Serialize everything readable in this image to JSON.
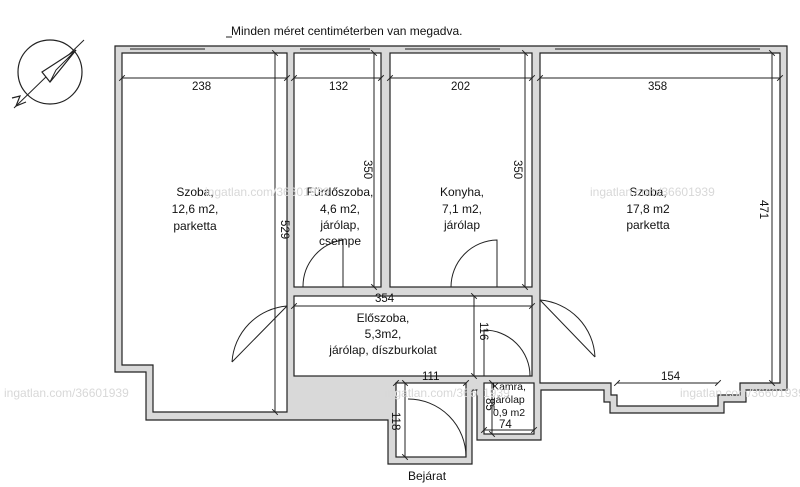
{
  "note": "Minden méret centiméterben van megadva.",
  "entrance_label": "Bejárat",
  "watermark": "ingatlan.com/36601939",
  "rooms": [
    {
      "id": "szoba1",
      "lines": [
        "Szoba,",
        "12,6 m2,",
        "parketta"
      ]
    },
    {
      "id": "furdo",
      "lines": [
        "Fürdőszoba,",
        "4,6 m2,",
        "járólap,",
        "csempe"
      ]
    },
    {
      "id": "konyha",
      "lines": [
        "Konyha,",
        "7,1  m2,",
        "járólap"
      ]
    },
    {
      "id": "szoba2",
      "lines": [
        "Szoba,",
        "17,8  m2",
        "parketta"
      ]
    },
    {
      "id": "eloszoba",
      "lines": [
        "Előszoba,",
        "5,3m2,",
        "járólap, díszburkolat"
      ]
    },
    {
      "id": "kamra",
      "lines": [
        "Kamra,",
        "járólap",
        "0,9 m2"
      ]
    }
  ],
  "dimensions": {
    "szoba1_width": "238",
    "furdo_width": "132",
    "konyha_width": "202",
    "szoba2_width": "358",
    "furdo_height": "350",
    "konyha_height": "350",
    "szoba1_height": "529",
    "szoba2_height": "471",
    "eloszoba_width": "354",
    "eloszoba_height": "116",
    "entry_width": "111",
    "entry_depth": "118",
    "kamra_width": "74",
    "kamra_depth": "85",
    "szoba2_bottom": "154"
  }
}
